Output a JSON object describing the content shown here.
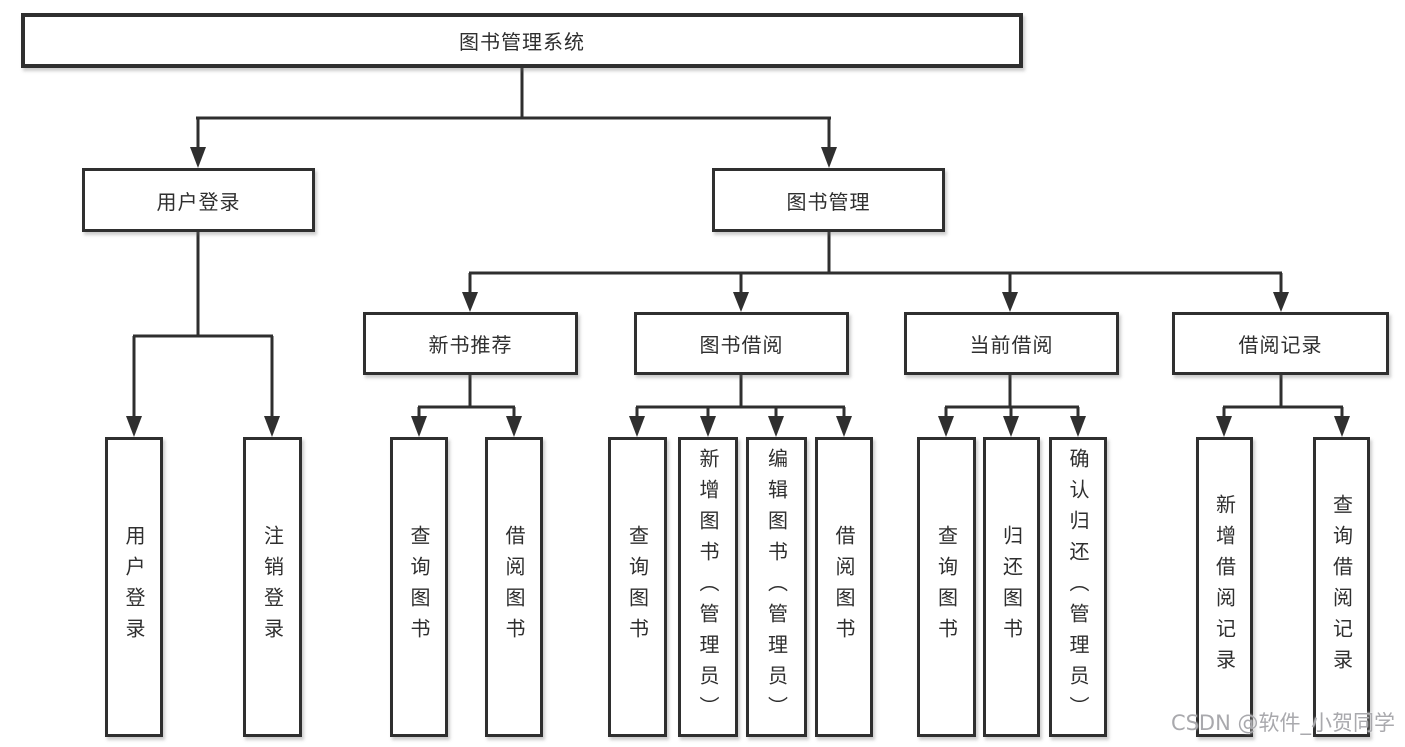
{
  "diagram": {
    "root": "图书管理系统",
    "user_login": {
      "label": "用户登录",
      "children": [
        "用户登录",
        "注销登录"
      ]
    },
    "book_mgmt": {
      "label": "图书管理",
      "new_books": {
        "label": "新书推荐",
        "children": [
          "查询图书",
          "借阅图书"
        ]
      },
      "borrowing": {
        "label": "图书借阅",
        "children": [
          "查询图书",
          "新增图书（管理员）",
          "编辑图书（管理员）",
          "借阅图书"
        ]
      },
      "current": {
        "label": "当前借阅",
        "children": [
          "查询图书",
          "归还图书",
          "确认归还（管理员）"
        ]
      },
      "records": {
        "label": "借阅记录",
        "children": [
          "新增借阅记录",
          "查询借阅记录"
        ]
      }
    }
  },
  "watermark": "CSDN @软件_小贺同学",
  "colors": {
    "line": "#2f2f2f",
    "text": "#2f2f2f",
    "box_bg": "#ffffff",
    "watermark": "#a9a9ad"
  }
}
